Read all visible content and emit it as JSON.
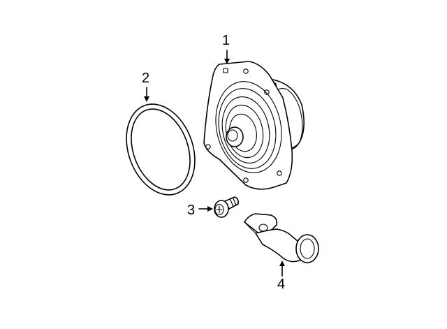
{
  "callouts": [
    {
      "id": "1",
      "text": "1"
    },
    {
      "id": "2",
      "text": "2"
    },
    {
      "id": "3",
      "text": "3"
    },
    {
      "id": "4",
      "text": "4"
    }
  ],
  "parts": [
    {
      "id": "1",
      "icon": "water-pump-icon"
    },
    {
      "id": "2",
      "icon": "o-ring-gasket-icon"
    },
    {
      "id": "3",
      "icon": "bolt-icon"
    },
    {
      "id": "4",
      "icon": "outlet-pipe-icon"
    }
  ]
}
